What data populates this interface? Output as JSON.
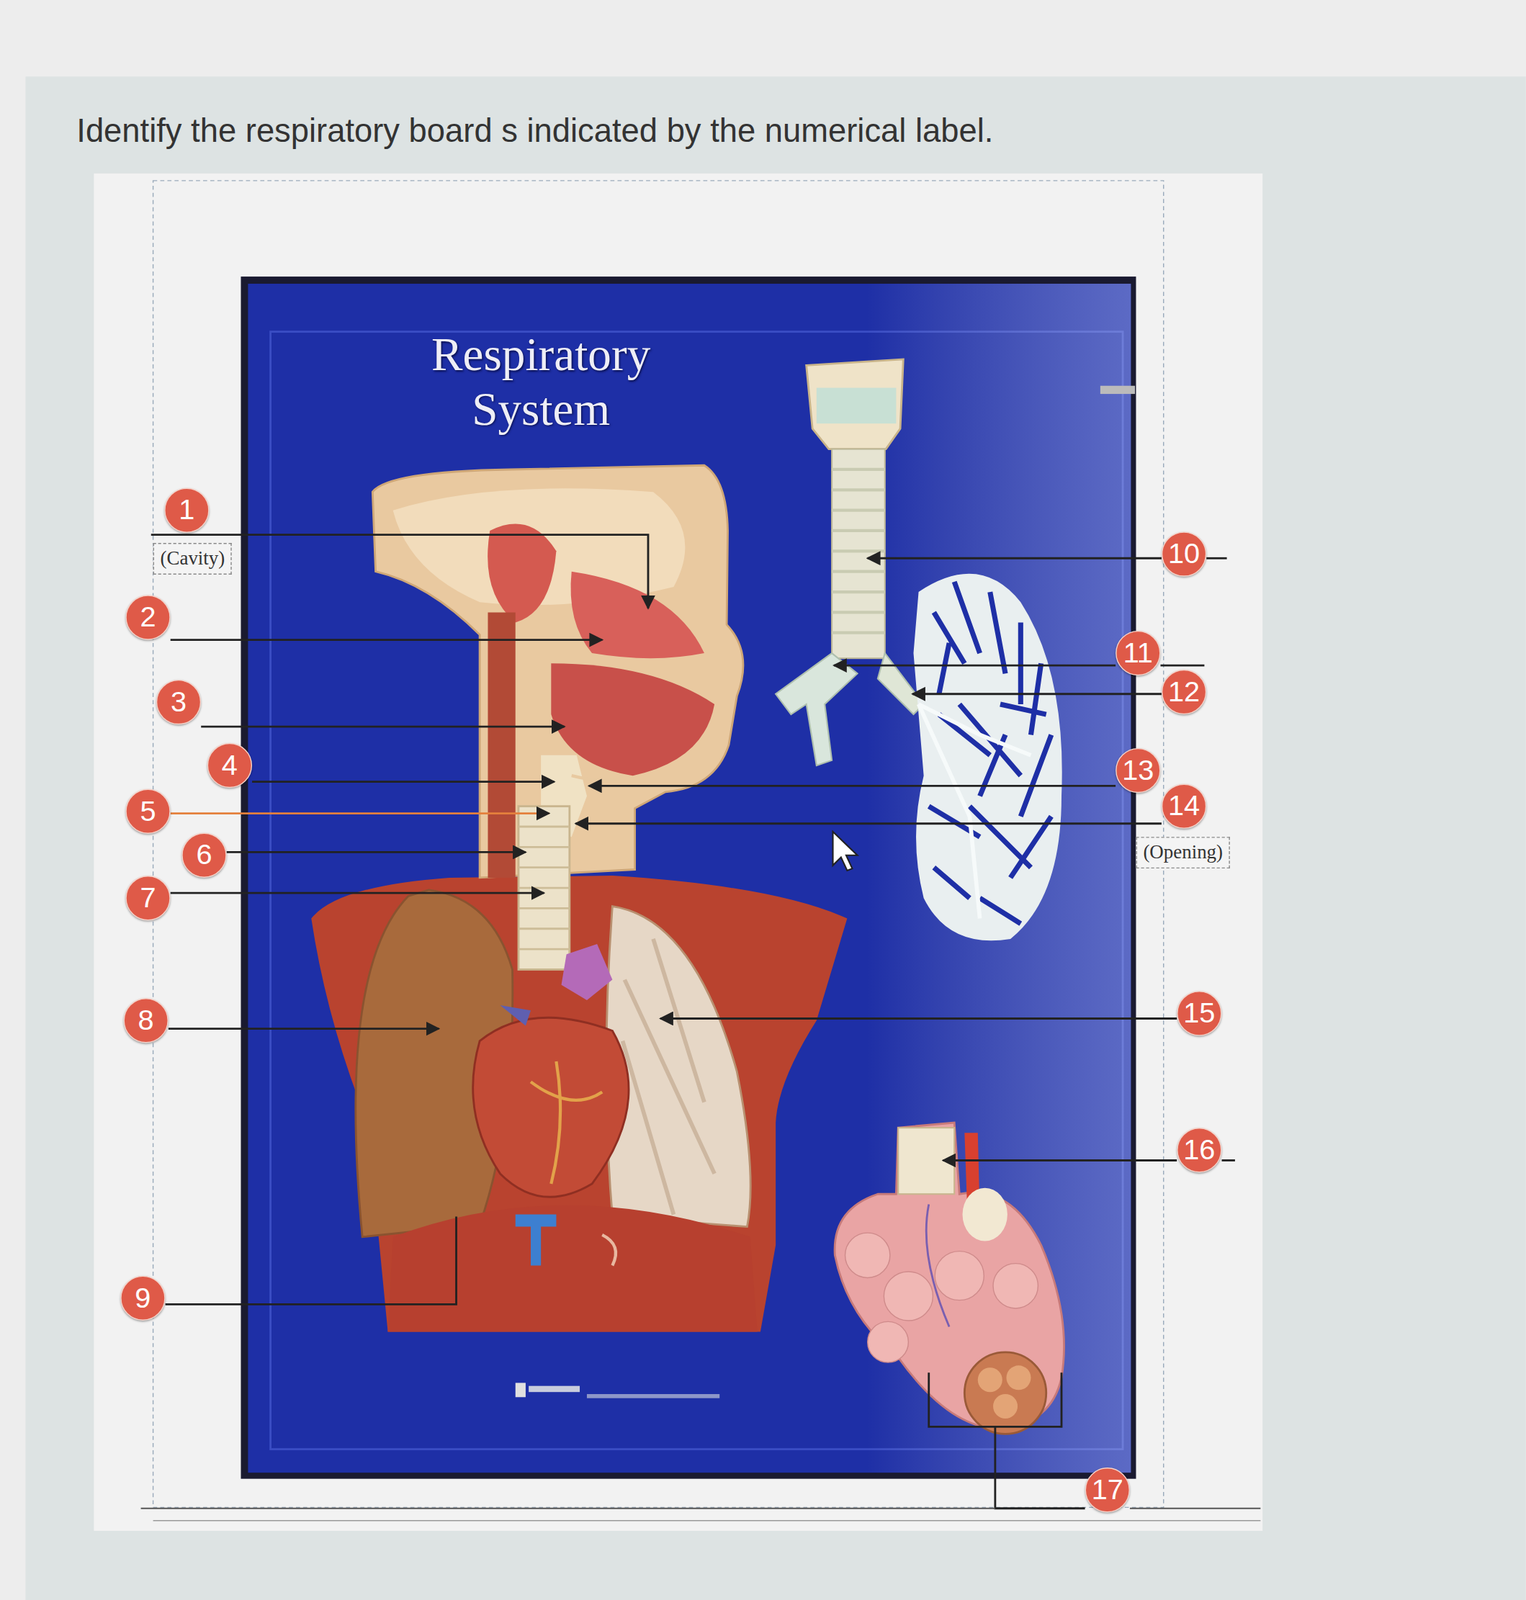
{
  "diagram": {
    "title": "Identify the respiratory board s indicated by the numerical label.",
    "nodes": [
      {
        "text": [
          "1"
        ]
      },
      {
        "text": [
          "(Cavity)"
        ]
      },
      {
        "text": [
          "2"
        ]
      },
      {
        "text": [
          "3"
        ]
      },
      {
        "text": [
          "4"
        ]
      },
      {
        "text": [
          "5"
        ]
      },
      {
        "text": [
          "6"
        ]
      },
      {
        "text": [
          "7"
        ]
      },
      {
        "text": [
          "8"
        ]
      },
      {
        "text": [
          "9"
        ]
      },
      {
        "text": [
          "10"
        ]
      },
      {
        "text": [
          "11"
        ]
      },
      {
        "text": [
          "12"
        ]
      },
      {
        "text": [
          "13"
        ]
      },
      {
        "text": [
          "14"
        ]
      },
      {
        "text": [
          "(Opening)"
        ]
      },
      {
        "text": [
          "15"
        ]
      },
      {
        "text": [
          "16"
        ]
      },
      {
        "text": [
          "17"
        ]
      }
    ],
    "labels": [
      "Respiratory System"
    ]
  }
}
